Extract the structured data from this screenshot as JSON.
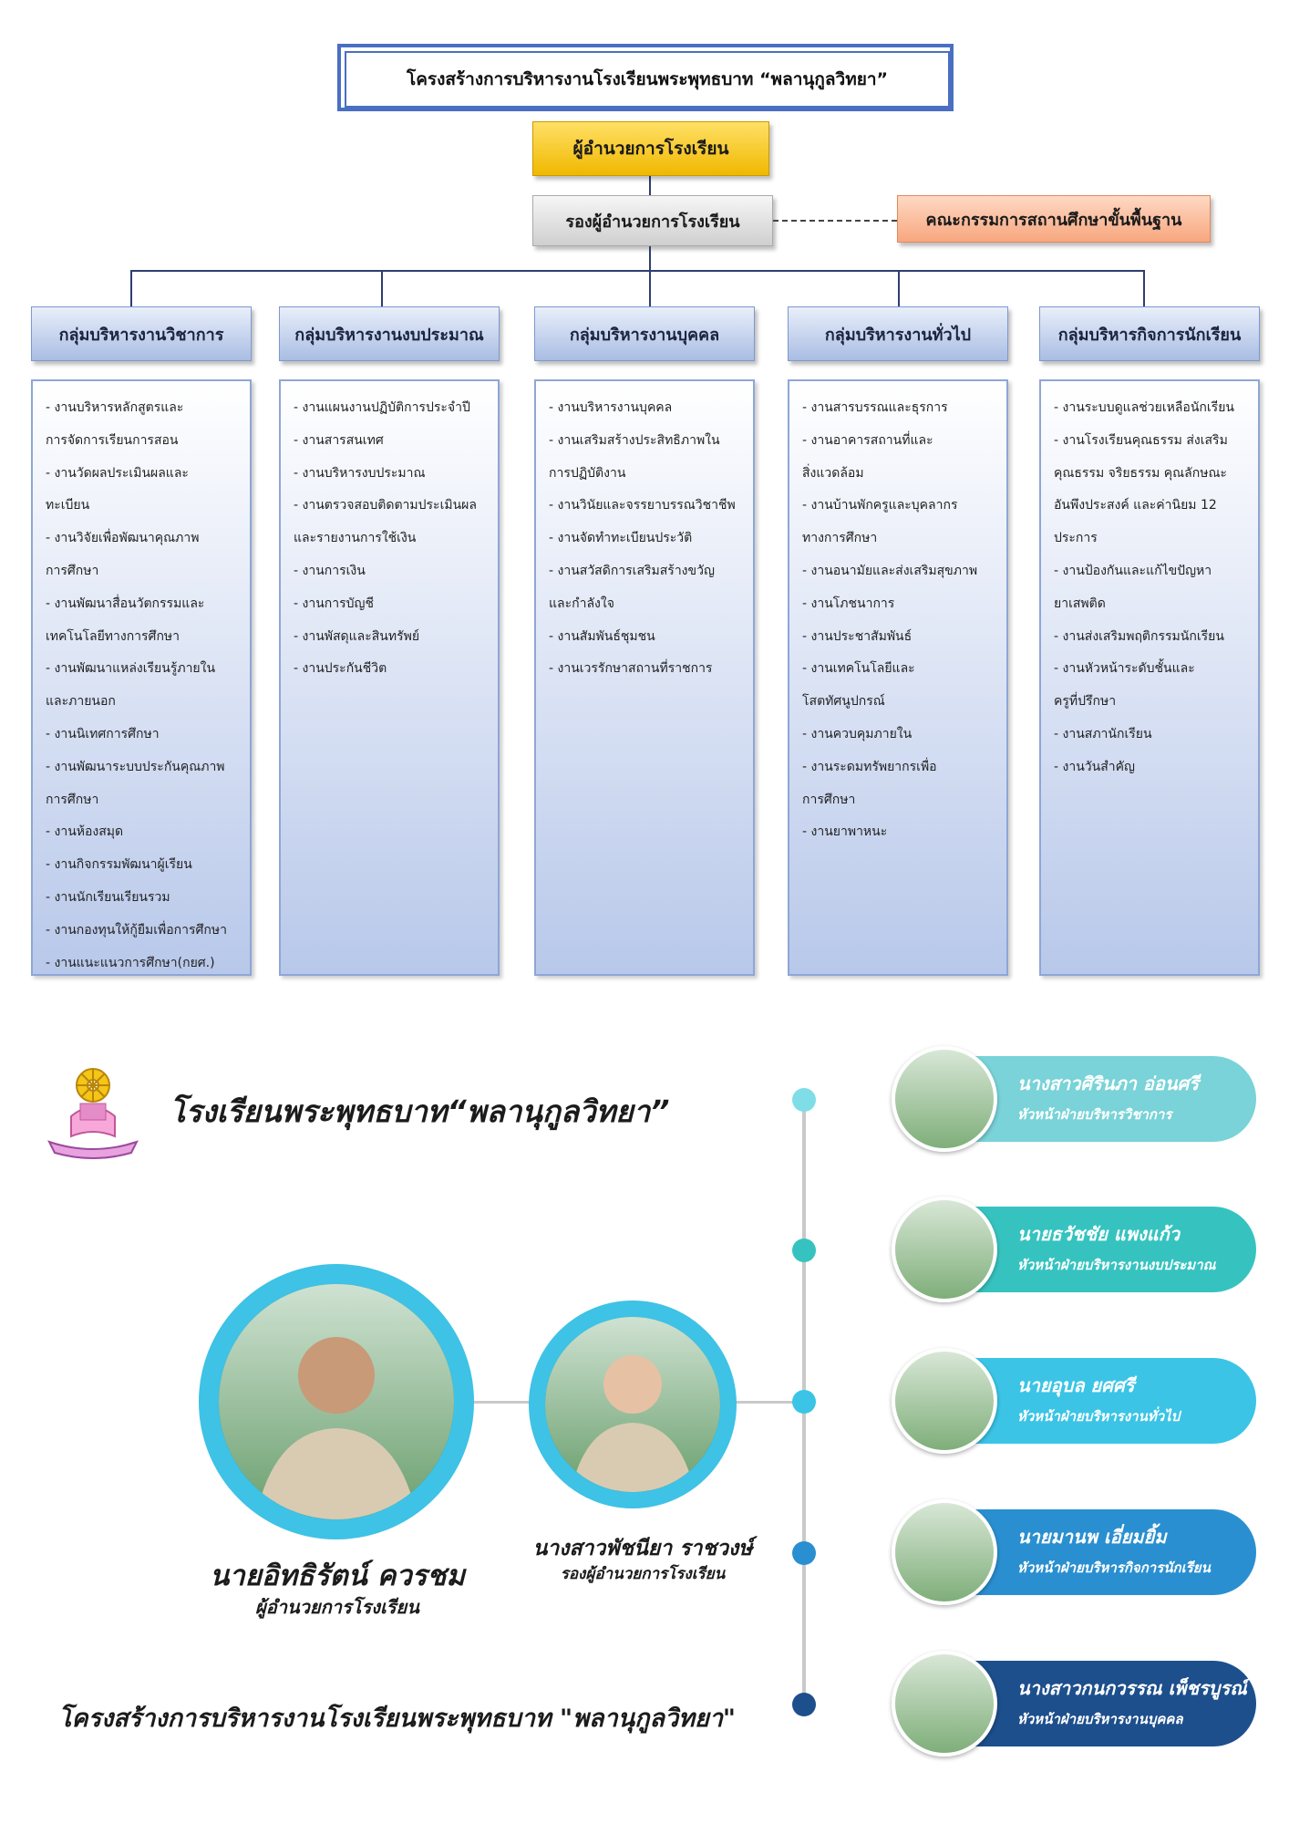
{
  "header": {
    "title": "โครงสร้างการบริหารงานโรงเรียนพระพุทธบาท “พลานุกูลวิทยา”",
    "director": "ผู้อำนวยการโรงเรียน",
    "deputy": "รองผู้อำนวยการโรงเรียน",
    "committee": "คณะกรรมการสถานศึกษาขั้นพื้นฐาน"
  },
  "groups": [
    {
      "title": "กลุ่มบริหารงานวิชาการ",
      "items": [
        "- งานบริหารหลักสูตรและ",
        "  การจัดการเรียนการสอน",
        "- งานวัดผลประเมินผลและ",
        "  ทะเบียน",
        "- งานวิจัยเพื่อพัฒนาคุณภาพ",
        "  การศึกษา",
        "- งานพัฒนาสื่อนวัตกรรมและ",
        "  เทคโนโลยีทางการศึกษา",
        "- งานพัฒนาแหล่งเรียนรู้ภายใน",
        "  และภายนอก",
        "- งานนิเทศการศึกษา",
        "- งานพัฒนาระบบประกันคุณภาพ",
        "  การศึกษา",
        "- งานห้องสมุด",
        "- งานกิจกรรมพัฒนาผู้เรียน",
        "- งานนักเรียนเรียนรวม",
        "- งานกองทุนให้กู้ยืมเพื่อการศึกษา",
        "- งานแนะแนวการศึกษา(กยศ.)"
      ]
    },
    {
      "title": "กลุ่มบริหารงานงบประมาณ",
      "items": [
        "- งานแผนงานปฏิบัติการประจำปี",
        "- งานสารสนเทศ",
        "- งานบริหารงบประมาณ",
        "- งานตรวจสอบติดตามประเมินผล",
        "  และรายงานการใช้เงิน",
        "- งานการเงิน",
        "- งานการบัญชี",
        "- งานพัสดุและสินทรัพย์",
        "- งานประกันชีวิต"
      ]
    },
    {
      "title": "กลุ่มบริหารงานบุคคล",
      "items": [
        "- งานบริหารงานบุคคล",
        "- งานเสริมสร้างประสิทธิภาพใน",
        "  การปฏิบัติงาน",
        "- งานวินัยและจรรยาบรรณวิชาชีพ",
        "- งานจัดทำทะเบียนประวัติ",
        "- งานสวัสดิการเสริมสร้างขวัญ",
        "  และกำลังใจ",
        "- งานสัมพันธ์ชุมชน",
        "- งานเวรรักษาสถานที่ราชการ"
      ]
    },
    {
      "title": "กลุ่มบริหารงานทั่วไป",
      "items": [
        "- งานสารบรรณและธุรการ",
        "- งานอาคารสถานที่และ",
        "  สิ่งแวดล้อม",
        "- งานบ้านพักครูและบุคลากร",
        "  ทางการศึกษา",
        "- งานอนามัยและส่งเสริมสุขภาพ",
        "- งานโภชนาการ",
        "- งานประชาสัมพันธ์",
        "- งานเทคโนโลยีและ",
        "  โสตทัศนูปกรณ์",
        "- งานควบคุมภายใน",
        "- งานระดมทรัพยากรเพื่อ",
        "  การศึกษา",
        "- งานยาพาหนะ"
      ]
    },
    {
      "title": "กลุ่มบริหารกิจการนักเรียน",
      "items": [
        "- งานระบบดูแลช่วยเหลือนักเรียน",
        "- งานโรงเรียนคุณธรรม ส่งเสริม",
        "  คุณธรรม จริยธรรม คุณลักษณะ",
        "  อันพึงประสงค์ และค่านิยม 12",
        "  ประการ",
        "- งานป้องกันและแก้ไขปัญหา",
        "  ยาเสพติด",
        "- งานส่งเสริมพฤติกรรมนักเรียน",
        "- งานหัวหน้าระดับชั้นและ",
        "  ครูที่ปรึกษา",
        "- งานสภานักเรียน",
        "- งานวันสำคัญ"
      ]
    }
  ],
  "school": {
    "name": "โรงเรียนพระพุทธบาท“พลานุกูลวิทยา”"
  },
  "director_person": {
    "name": "นายอิทธิรัตน์ ควรชม",
    "role": "ผู้อำนวยการโรงเรียน"
  },
  "deputy_person": {
    "name": "นางสาวพัชนียา ราชวงษ์",
    "role": "รองผู้อำนวยการโรงเรียน"
  },
  "heads": [
    {
      "name": "นางสาวศิรินภา อ่อนศรี",
      "role": "หัวหน้าฝ่ายบริหารวิชาการ",
      "color": "#79d3d8"
    },
    {
      "name": "นายธวัชชัย แพงแก้ว",
      "role": "หัวหน้าฝ่ายบริหารงานงบประมาณ",
      "color": "#36c3c0"
    },
    {
      "name": "นายอุบล ยศศรี",
      "role": "หัวหน้าฝ่ายบริหารงานทั่วไป",
      "color": "#3bc4e6"
    },
    {
      "name": "นายมานพ เอี่ยมยิ้ม",
      "role": "หัวหน้าฝ่ายบริหารกิจการนักเรียน",
      "color": "#2a8fd0"
    },
    {
      "name": "นางสาวกนกวรรณ เพ็ชรบูรณ์",
      "role": "หัวหน้าฝ่ายบริหารงานบุคคล",
      "color": "#1d4f8c"
    }
  ],
  "footer": {
    "title": "โครงสร้างการบริหารงานโรงเรียนพระพุทธบาท \"พลานุกูลวิทยา\""
  }
}
